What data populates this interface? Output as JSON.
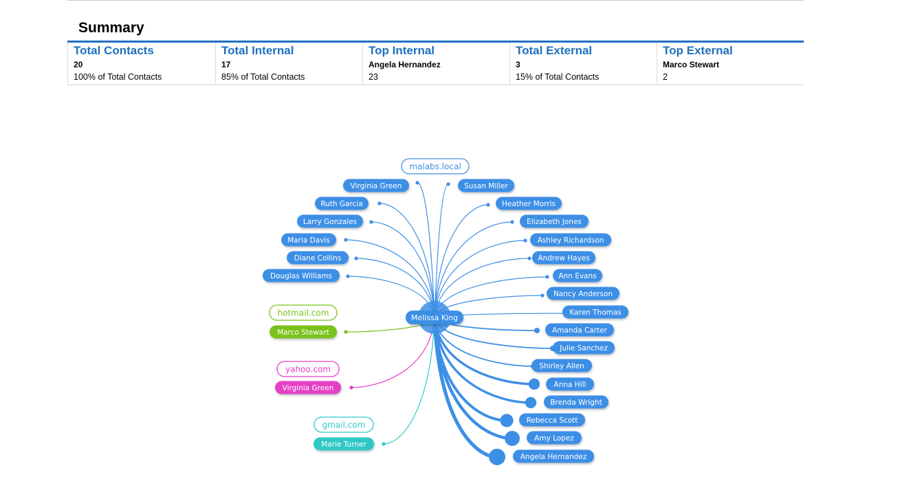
{
  "summary": {
    "title": "Summary",
    "columns": [
      {
        "header": "Total Contacts",
        "value": "20",
        "sub": "100% of Total Contacts"
      },
      {
        "header": "Total Internal",
        "value": "17",
        "sub": "85% of Total Contacts"
      },
      {
        "header": "Top Internal",
        "value": "Angela Hernandez",
        "sub": "23"
      },
      {
        "header": "Total External",
        "value": "3",
        "sub": "15% of Total Contacts"
      },
      {
        "header": "Top External",
        "value": "Marco Stewart",
        "sub": "2"
      }
    ]
  },
  "graph": {
    "center": "Melissa King",
    "colors": {
      "internal": "#3d8fe6",
      "hotmail": "#7ac21c",
      "yahoo": "#e53fc4",
      "gmail": "#2ec9c4"
    },
    "domains": [
      {
        "key": "internal",
        "label": "malabs.local"
      },
      {
        "key": "hotmail",
        "label": "hotmail.com"
      },
      {
        "key": "yahoo",
        "label": "yahoo.com"
      },
      {
        "key": "gmail",
        "label": "gmail.com"
      }
    ],
    "contacts": [
      {
        "name": "Virginia Green",
        "domain": "internal",
        "weight": 1
      },
      {
        "name": "Ruth Garcia",
        "domain": "internal",
        "weight": 1
      },
      {
        "name": "Larry Gonzales",
        "domain": "internal",
        "weight": 1
      },
      {
        "name": "Maria Davis",
        "domain": "internal",
        "weight": 1
      },
      {
        "name": "Diane Collins",
        "domain": "internal",
        "weight": 1
      },
      {
        "name": "Douglas Williams",
        "domain": "internal",
        "weight": 1
      },
      {
        "name": "Susan Miller",
        "domain": "internal",
        "weight": 1
      },
      {
        "name": "Heather Morris",
        "domain": "internal",
        "weight": 1
      },
      {
        "name": "Elizabeth Jones",
        "domain": "internal",
        "weight": 1
      },
      {
        "name": "Ashley Richardson",
        "domain": "internal",
        "weight": 1
      },
      {
        "name": "Andrew Hayes",
        "domain": "internal",
        "weight": 1
      },
      {
        "name": "Ann Evans",
        "domain": "internal",
        "weight": 1
      },
      {
        "name": "Nancy Anderson",
        "domain": "internal",
        "weight": 1
      },
      {
        "name": "Karen Thomas",
        "domain": "internal",
        "weight": 1
      },
      {
        "name": "Amanda Carter",
        "domain": "internal",
        "weight": 2
      },
      {
        "name": "Julie Sanchez",
        "domain": "internal",
        "weight": 2
      },
      {
        "name": "Shirley Allen",
        "domain": "internal",
        "weight": 2
      },
      {
        "name": "Anna Hill",
        "domain": "internal",
        "weight": 5
      },
      {
        "name": "Brenda Wright",
        "domain": "internal",
        "weight": 5
      },
      {
        "name": "Rebecca Scott",
        "domain": "internal",
        "weight": 6
      },
      {
        "name": "Amy Lopez",
        "domain": "internal",
        "weight": 7
      },
      {
        "name": "Angela Hernandez",
        "domain": "internal",
        "weight": 8
      },
      {
        "name": "Marco Stewart",
        "domain": "hotmail",
        "weight": 1
      },
      {
        "name": "Virginia Green",
        "domain": "yahoo",
        "weight": 1
      },
      {
        "name": "Marie Turner",
        "domain": "gmail",
        "weight": 1
      }
    ]
  }
}
